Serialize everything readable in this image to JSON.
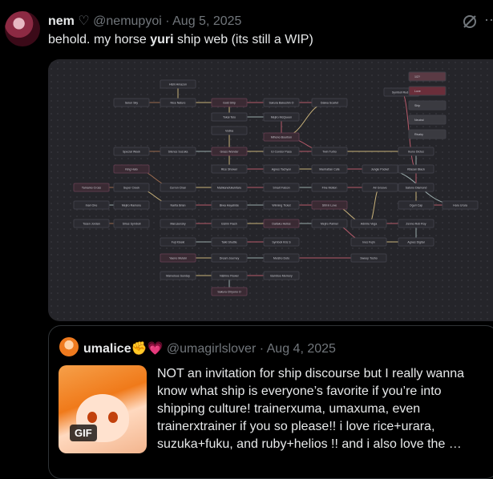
{
  "tweet": {
    "name": "nem",
    "handle_icon": "♡",
    "handle": "@nemupyoi",
    "date": "Aug 5, 2025",
    "text_before": "behold. my horse ",
    "text_bold": "yuri",
    "text_after": " ship web (its still a WIP)"
  },
  "icons": [
    "avatar",
    "grok-icon",
    "more-icon",
    "heart-icon",
    "gif-badge"
  ],
  "graph": {
    "legend": [
      "1/2?",
      "Love",
      "Ship",
      "Neutral",
      "Rivalry"
    ],
    "nodes": [
      "Hishi Amazon",
      "Seiun Sky",
      "Nice Nature",
      "Gold Ship",
      "Sakura Bakushin O",
      "Tokai Teio",
      "Mejiro McQueen",
      "Daiwa Scarlet",
      "Vodka",
      "Symboli Rudolf",
      "Mihono Bourbon",
      "Rice Shower",
      "Agnes Tachyon",
      "Manhattan Cafe",
      "Jungle Pocket",
      "Special Week",
      "Silence Suzuka",
      "Grass Wonder",
      "El Condor Pasa",
      "Twin Turbo",
      "Ikuno Dictus",
      "Kitasan Black",
      "Satono Diamond",
      "Haru Urara",
      "King Halo",
      "Curren Chan",
      "Matikanefukukitaru",
      "Smart Falcon",
      "Fine Motion",
      "Air Groove",
      "Oguri Cap",
      "Tamamo Cross",
      "Super Creek",
      "Inari One",
      "Mejiro Ramonu",
      "Narita Brian",
      "Biwa Hayahide",
      "Winning Ticket",
      "Still in Love",
      "Admire Vega",
      "Zenno Rob Roy",
      "Tosen Jordan",
      "Sirius Symboli",
      "Maruzensky",
      "Eishin Flash",
      "Daitaku Helios",
      "Mejiro Palmer",
      "Ines Fujin",
      "Agnes Digital",
      "Fuji Kiseki",
      "Taiki Shuttle",
      "Symboli Kris S",
      "Yaeno Muteki",
      "Dream Journey",
      "Meisho Doto",
      "Sweep Tosho",
      "Marvelous Sunday",
      "Nishino Flower",
      "Bamboo Memory",
      "Sakura Chiyono O"
    ]
  },
  "quote": {
    "name": "umalice",
    "emoji": "✊",
    "heart": "💗",
    "handle": "@umagirlslover",
    "date": "Aug 4, 2025",
    "gif_label": "GIF",
    "text": "NOT an invitation for ship discourse but I really wanna know what ship is everyone’s favorite if you’re into shipping culture! trainerxuma, umaxuma, even trainerxtrainer if you so please!! i love rice+urara, suzuka+fuku, and ruby+helios !! and i also love the …"
  }
}
